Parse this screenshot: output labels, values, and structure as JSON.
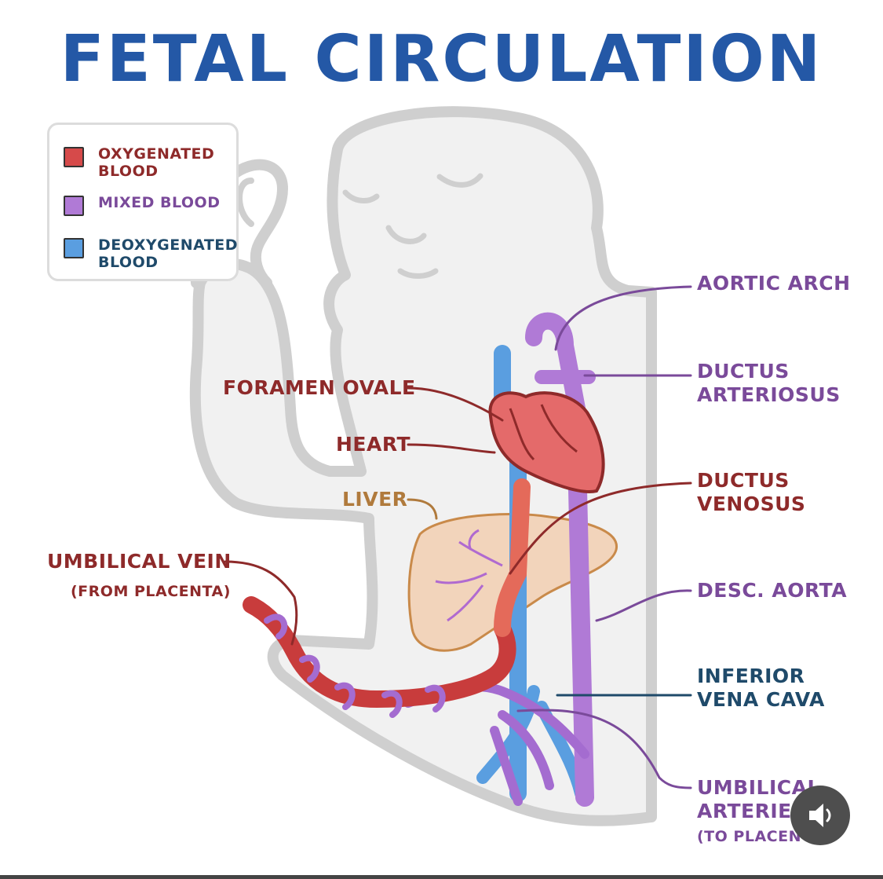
{
  "title": "FETAL CIRCULATION",
  "legend": [
    {
      "label": "OXYGENATED BLOOD",
      "color": "#d64a4a"
    },
    {
      "label": "MIXED BLOOD",
      "color": "#b07ad6"
    },
    {
      "label": "DEOXYGENATED BLOOD",
      "color": "#5a9ee0"
    }
  ],
  "labels": {
    "aortic_arch": "AORTIC ARCH",
    "ductus_arteriosus": "DUCTUS ARTERIOSUS",
    "ductus_venosus": "DUCTUS VENOSUS",
    "desc_aorta": "DESC. AORTA",
    "inferior_vena_cava": "INFERIOR VENA CAVA",
    "umbilical_arteries": "UMBILICAL ARTERIES",
    "umbilical_arteries_note": "(TO PLACENTA)",
    "foramen_ovale": "FORAMEN OVALE",
    "heart": "HEART",
    "liver": "LIVER",
    "umbilical_vein": "UMBILICAL VEIN",
    "umbilical_vein_note": "(FROM PLACENTA)"
  },
  "colors": {
    "title": "#2458a6",
    "purple_text": "#7a4a9a",
    "red_text": "#8e2a2a",
    "blue_text": "#1f4a6a",
    "liver_text": "#b07a3c"
  },
  "controls": {
    "sound_icon": "speaker-icon"
  }
}
